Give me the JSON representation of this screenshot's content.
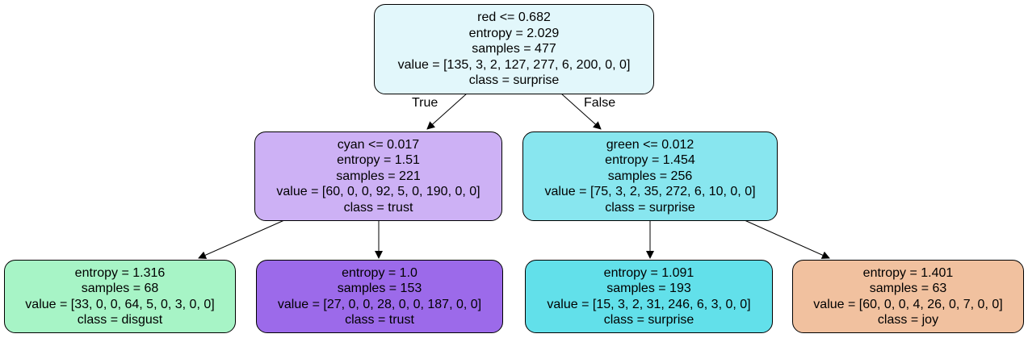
{
  "edge_labels": {
    "true_label": "True",
    "false_label": "False"
  },
  "nodes": {
    "root": {
      "split": "red <= 0.682",
      "entropy": "entropy = 2.029",
      "samples": "samples = 477",
      "value": "value = [135, 3, 2, 127, 277, 6, 200, 0, 0]",
      "class": "class = surprise",
      "fill": "#e2f7fb"
    },
    "left": {
      "split": "cyan <= 0.017",
      "entropy": "entropy = 1.51",
      "samples": "samples = 221",
      "value": "value = [60, 0, 0, 92, 5, 0, 190, 0, 0]",
      "class": "class = trust",
      "fill": "#cdb1f5"
    },
    "right": {
      "split": "green <= 0.012",
      "entropy": "entropy = 1.454",
      "samples": "samples = 256",
      "value": "value = [75, 3, 2, 35, 272, 6, 10, 0, 0]",
      "class": "class = surprise",
      "fill": "#88e6ef"
    },
    "left_left": {
      "entropy": "entropy = 1.316",
      "samples": "samples = 68",
      "value": "value = [33, 0, 0, 64, 5, 0, 3, 0, 0]",
      "class": "class = disgust",
      "fill": "#a7f4c6"
    },
    "left_right": {
      "entropy": "entropy = 1.0",
      "samples": "samples = 153",
      "value": "value = [27, 0, 0, 28, 0, 0, 187, 0, 0]",
      "class": "class = trust",
      "fill": "#9c6aea"
    },
    "right_left": {
      "entropy": "entropy = 1.091",
      "samples": "samples = 193",
      "value": "value = [15, 3, 2, 31, 246, 6, 3, 0, 0]",
      "class": "class = surprise",
      "fill": "#62e0ea"
    },
    "right_right": {
      "entropy": "entropy = 1.401",
      "samples": "samples = 63",
      "value": "value = [60, 0, 0, 4, 26, 0, 7, 0, 0]",
      "class": "class = joy",
      "fill": "#f1c19f"
    }
  }
}
